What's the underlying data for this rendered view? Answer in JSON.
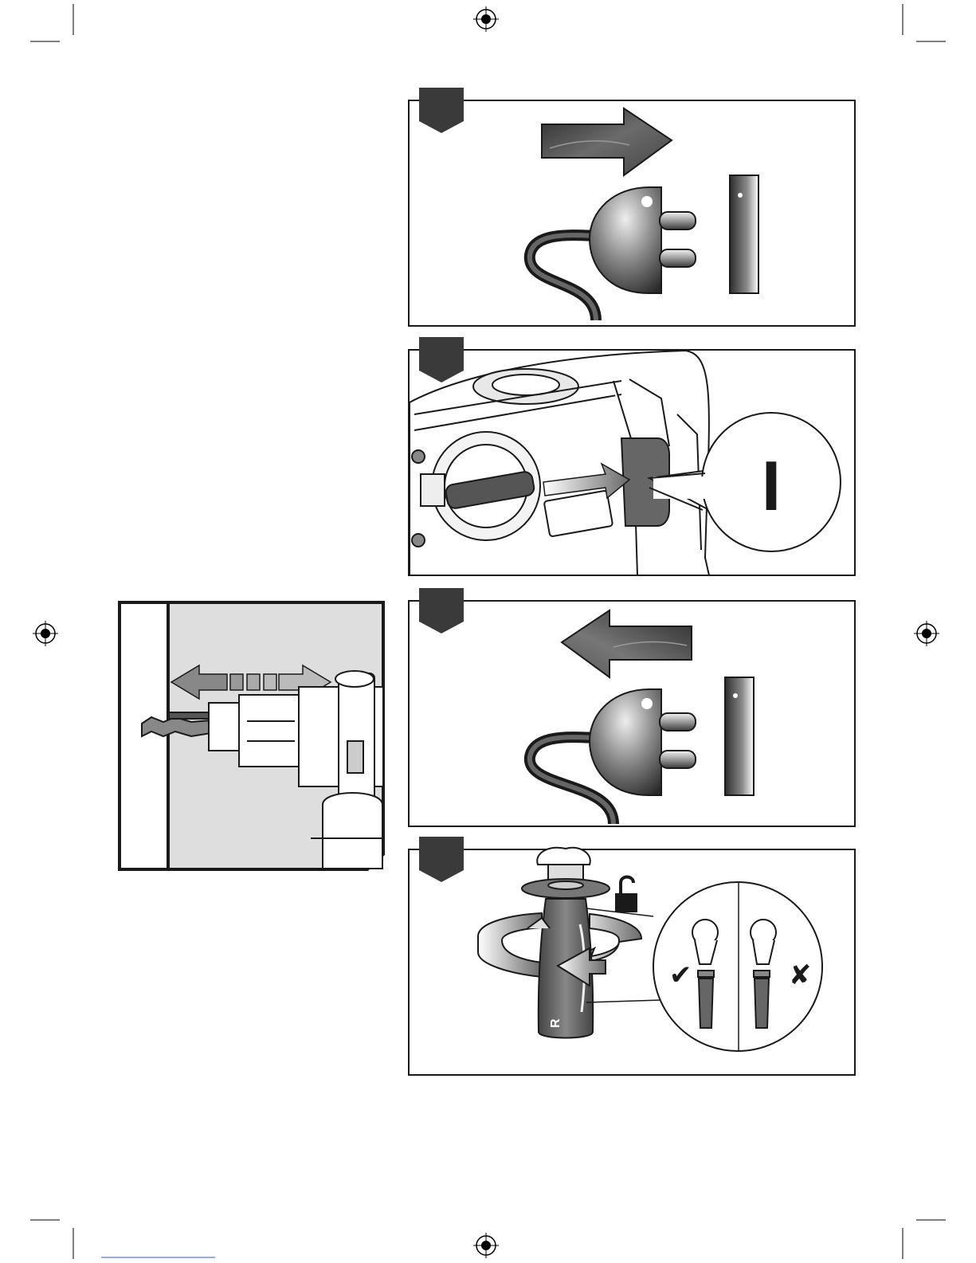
{
  "page": {
    "panels": [
      {
        "id": "unplug-power",
        "icon": "plug-out-icon"
      },
      {
        "id": "switch-on",
        "icon": "power-switch-icon"
      },
      {
        "id": "plug-in-power",
        "icon": "plug-in-icon"
      },
      {
        "id": "side-handle",
        "icon": "side-handle-icon"
      }
    ],
    "depth_gauge_figure": {
      "icon": "depth-gauge-icon"
    },
    "switch_symbol": "I",
    "handle_mark": "R",
    "correct_mark": "✔",
    "wrong_mark": "✘"
  },
  "colors": {
    "ink": "#1a1a1a",
    "panel_marker": "#3a3a3a",
    "arrow_dark": "#555555",
    "figure_bg": "#dedede"
  }
}
